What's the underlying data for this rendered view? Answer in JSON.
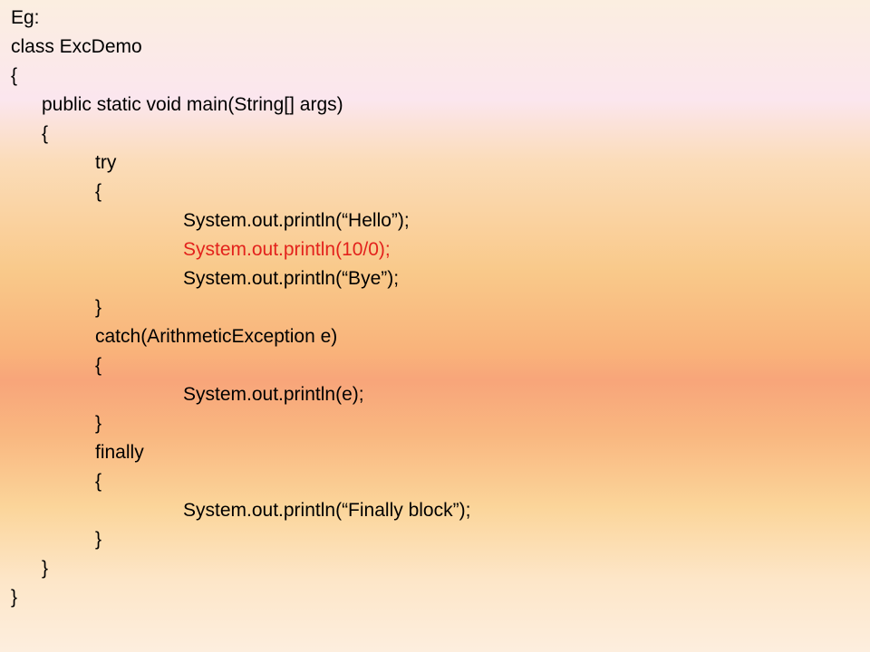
{
  "slide": {
    "highlight_color": "#e3221c",
    "lines": [
      "Eg:",
      "class ExcDemo",
      "{",
      "public static void main(String[] args)",
      "{",
      "try",
      "{",
      "System.out.println(“Hello”);",
      "System.out.println(10/0);",
      "System.out.println(“Bye”);",
      "}",
      "catch(ArithmeticException e)",
      "{",
      "System.out.println(e);",
      "}",
      "finally",
      "{",
      "System.out.println(“Finally block”);",
      "}",
      "}",
      "}"
    ]
  }
}
